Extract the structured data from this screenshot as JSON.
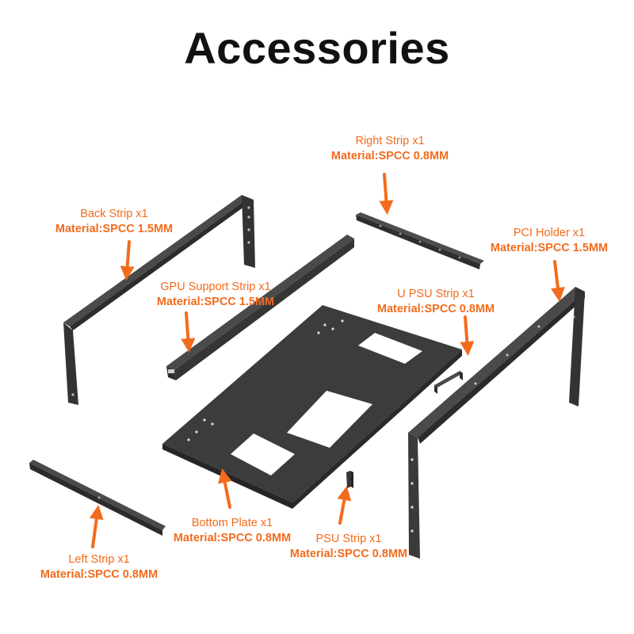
{
  "title": "Accessories",
  "accent_color": "#f26b1d",
  "part_color": "#3a3a3a",
  "parts": {
    "right_strip": {
      "name": "Right Strip x1",
      "material": "Material:SPCC 0.8MM"
    },
    "back_strip": {
      "name": "Back Strip x1",
      "material": "Material:SPCC 1.5MM"
    },
    "pci_holder": {
      "name": "PCI Holder x1",
      "material": "Material:SPCC 1.5MM"
    },
    "gpu_support_strip": {
      "name": "GPU Support Strip x1",
      "material": "Material:SPCC 1.5MM"
    },
    "u_psu_strip": {
      "name": "U PSU Strip x1",
      "material": "Material:SPCC 0.8MM"
    },
    "bottom_plate": {
      "name": "Bottom Plate x1",
      "material": "Material:SPCC 0.8MM"
    },
    "left_strip": {
      "name": "Left Strip x1",
      "material": "Material:SPCC 0.8MM"
    },
    "psu_strip": {
      "name": "PSU Strip x1",
      "material": "Material:SPCC 0.8MM"
    }
  }
}
